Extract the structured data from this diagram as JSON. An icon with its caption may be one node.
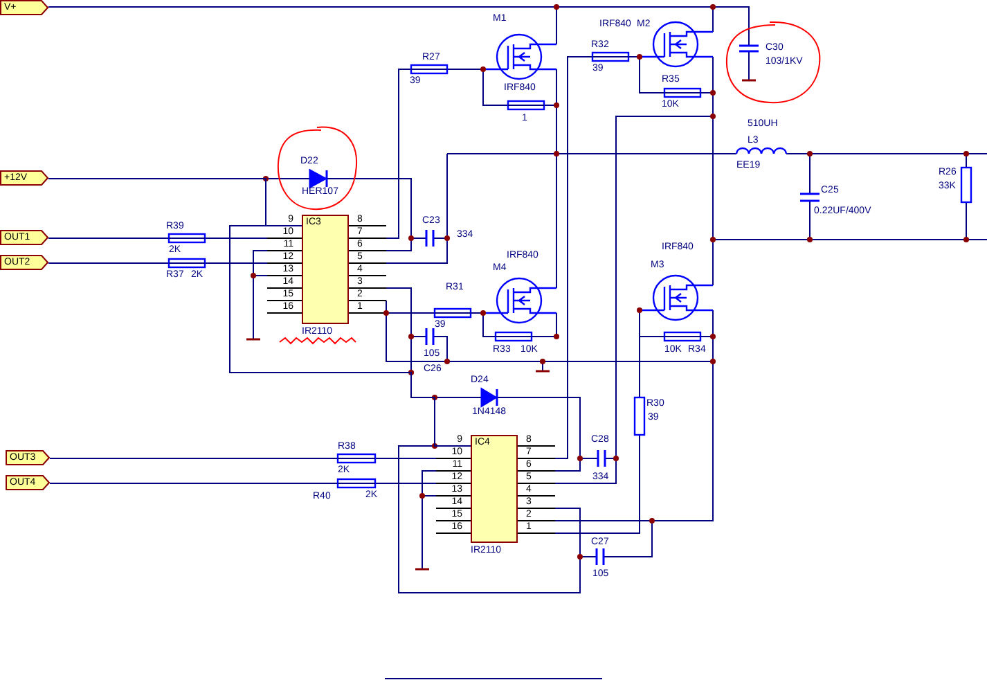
{
  "diagram": {
    "nodes": [
      {
        "text": [
          "V+"
        ]
      },
      {
        "text": [
          "+12V"
        ]
      },
      {
        "text": [
          "OUT1"
        ]
      },
      {
        "text": [
          "OUT2"
        ]
      },
      {
        "text": [
          "OUT3"
        ]
      },
      {
        "text": [
          "OUT4"
        ]
      },
      {
        "text": [
          "IC3"
        ],
        "beside": [
          "IR2110",
          "9",
          "10",
          "11",
          "12",
          "13",
          "14",
          "15",
          "16",
          "8",
          "7",
          "6",
          "5",
          "4",
          "3",
          "2",
          "1"
        ]
      },
      {
        "text": [
          "IC4"
        ],
        "beside": [
          "IR2110",
          "9",
          "10",
          "11",
          "12",
          "13",
          "14",
          "15",
          "16",
          "8",
          "7",
          "6",
          "5",
          "4",
          "3",
          "2",
          "1"
        ]
      }
    ],
    "edges": [
      {
        "from": 1,
        "to": 6,
        "arrow": "none"
      },
      {
        "from": 6,
        "to": 7,
        "arrow": "none"
      }
    ],
    "labels": [
      "M1",
      "IRF840",
      "R27",
      "39",
      "1",
      "IRF840",
      "M2",
      "R32",
      "39",
      "R35",
      "10K",
      "C30",
      "103/1KV",
      "D22",
      "HER107",
      "510UH",
      "L3",
      "EE19",
      "R26",
      "33K",
      "C25",
      "0.22UF/400V",
      "C23",
      "334",
      "R39",
      "2K",
      "R37",
      "2K",
      "IRF840",
      "M4",
      "R31",
      "39",
      "IRF840",
      "M3",
      "R33",
      "10K",
      "10K",
      "R34",
      "105",
      "C26",
      "D24",
      "1N4148",
      "R30",
      "39",
      "R38",
      "2K",
      "R40",
      "2K",
      "C28",
      "334",
      "C27",
      "105"
    ]
  }
}
